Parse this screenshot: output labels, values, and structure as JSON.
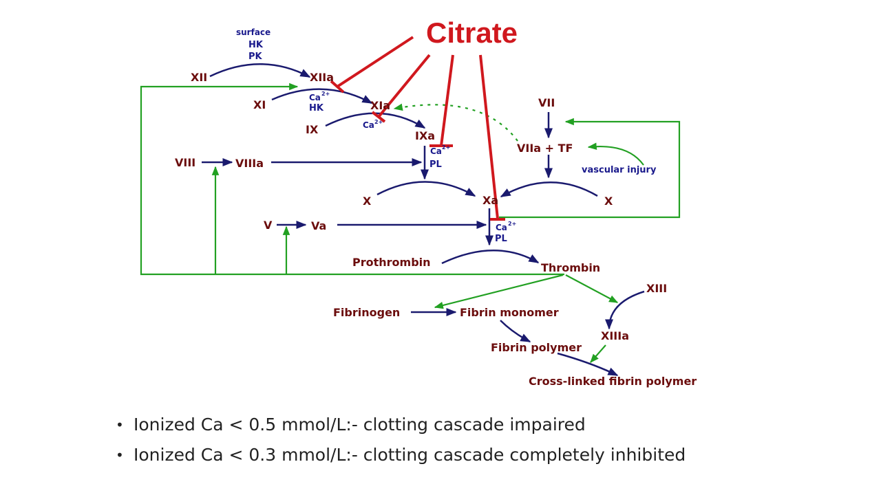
{
  "citrate": "Citrate",
  "nodes": {
    "XII": "XII",
    "XIIa": "XIIa",
    "XI": "XI",
    "XIa": "XIa",
    "IX": "IX",
    "IXa": "IXa",
    "VII": "VII",
    "VIIa_TF": "VIIa + TF",
    "VIII": "VIII",
    "VIIIa": "VIIIa",
    "X_left": "X",
    "Xa": "Xa",
    "X_right": "X",
    "V": "V",
    "Va": "Va",
    "Prothrombin": "Prothrombin",
    "Thrombin": "Thrombin",
    "XIII": "XIII",
    "XIIIa": "XIIIa",
    "Fibrinogen": "Fibrinogen",
    "Fibrin_monomer": "Fibrin monomer",
    "Fibrin_polymer": "Fibrin polymer",
    "Crosslinked": "Cross-linked fibrin polymer"
  },
  "cofactors": {
    "surface": "surface",
    "HK_top": "HK",
    "PK": "PK",
    "Ca1": "Ca",
    "Ca1_sup": "2+",
    "HK2": "HK",
    "Ca2": "Ca",
    "Ca2_sup": "2+",
    "Ca3": "Ca",
    "Ca3_sup": "2+",
    "PL1": "PL",
    "Ca4": "Ca",
    "Ca4_sup": "2+",
    "PL2": "PL",
    "vascular_injury": "vascular injury"
  },
  "bullets": [
    "Ionized Ca < 0.5 mmol/L:- clotting cascade impaired",
    "Ionized Ca < 0.3 mmol/L:- clotting cascade completely inhibited"
  ],
  "colors": {
    "inhibitor": "#d0181e",
    "pathway": "#1a1a6e",
    "feedback": "#22a022",
    "factor": "#6b0d0d"
  }
}
